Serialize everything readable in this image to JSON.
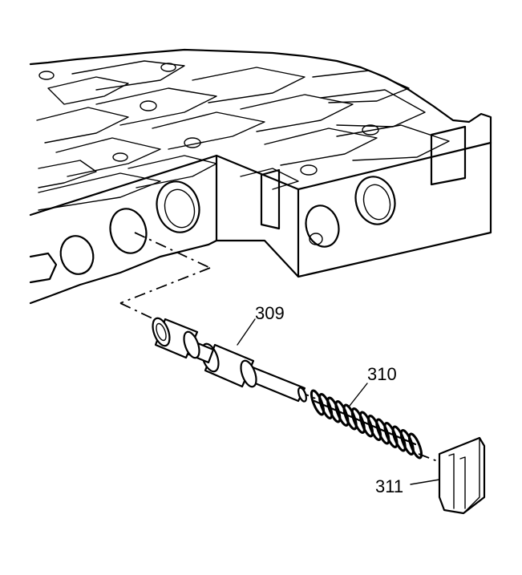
{
  "callouts": [
    {
      "id": "309",
      "text": "309"
    },
    {
      "id": "310",
      "text": "310"
    },
    {
      "id": "311",
      "text": "311"
    }
  ]
}
